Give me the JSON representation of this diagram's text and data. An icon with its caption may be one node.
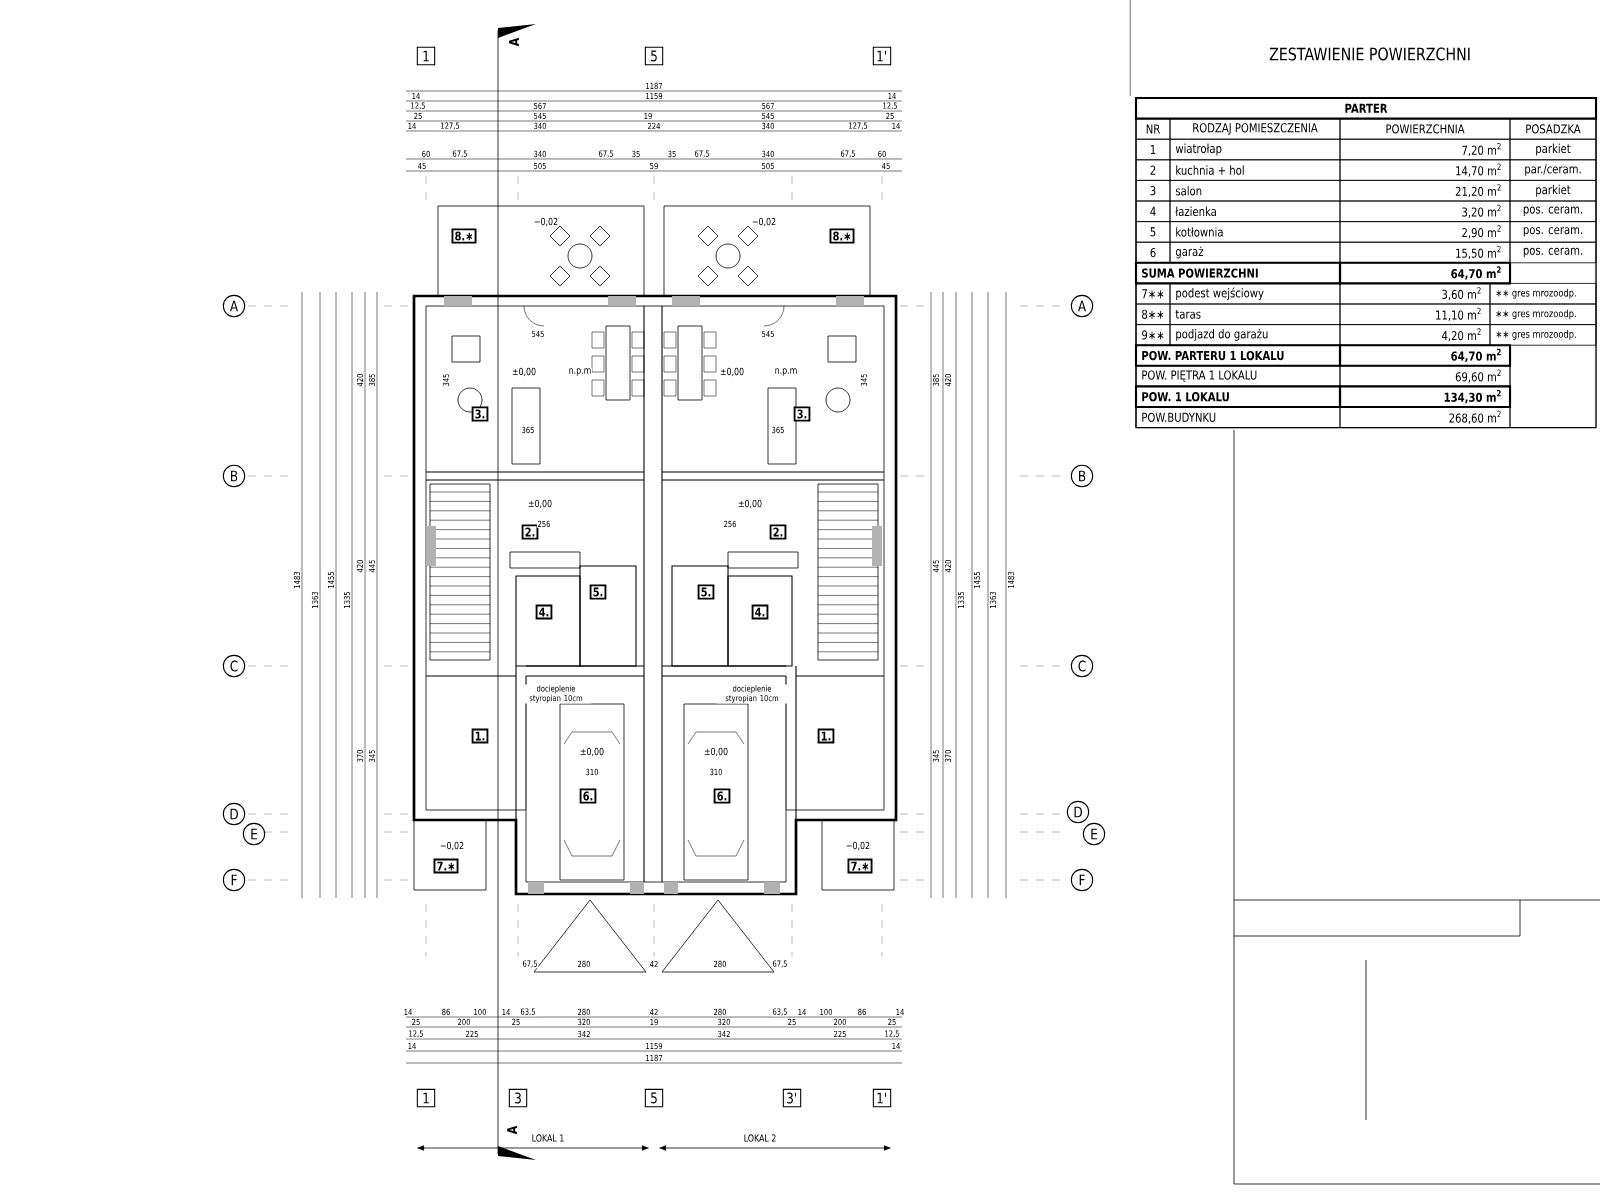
{
  "diagram": {
    "title": "ZESTAWIENIE  POWIERZCHNI",
    "nodes": [
      {
        "text": [
          "1"
        ]
      },
      {
        "text": [
          "5"
        ]
      },
      {
        "text": [
          "1'"
        ]
      },
      {
        "text": [
          "A"
        ]
      },
      {
        "text": [
          "B"
        ]
      },
      {
        "text": [
          "C"
        ]
      },
      {
        "text": [
          "D"
        ]
      },
      {
        "text": [
          "E"
        ]
      },
      {
        "text": [
          "F"
        ]
      },
      {
        "text": [
          "A"
        ]
      },
      {
        "text": [
          "B"
        ]
      },
      {
        "text": [
          "C"
        ]
      },
      {
        "text": [
          "D"
        ]
      },
      {
        "text": [
          "E"
        ]
      },
      {
        "text": [
          "F"
        ]
      },
      {
        "text": [
          "8.∗"
        ]
      },
      {
        "text": [
          "3."
        ]
      },
      {
        "text": [
          "2."
        ]
      },
      {
        "text": [
          "4."
        ]
      },
      {
        "text": [
          "5."
        ]
      },
      {
        "text": [
          "1."
        ]
      },
      {
        "text": [
          "6."
        ]
      },
      {
        "text": [
          "7.∗"
        ]
      },
      {
        "text": [
          "8.∗"
        ]
      },
      {
        "text": [
          "3."
        ]
      },
      {
        "text": [
          "2."
        ]
      },
      {
        "text": [
          "4."
        ]
      },
      {
        "text": [
          "5."
        ]
      },
      {
        "text": [
          "1."
        ]
      },
      {
        "text": [
          "6."
        ]
      },
      {
        "text": [
          "7.∗"
        ]
      },
      {
        "text": [
          "1"
        ]
      },
      {
        "text": [
          "3"
        ]
      },
      {
        "text": [
          "5"
        ]
      },
      {
        "text": [
          "3'"
        ]
      },
      {
        "text": [
          "1'"
        ]
      }
    ],
    "labels": [
      "PARTER",
      "NR",
      "RODZAJ POMIESZCZENIA",
      "POWIERZCHNIA",
      "POSADZKA",
      "1",
      "wiatrołap",
      "7,20 m$^{2}$",
      "parkiet",
      "2",
      "kuchnia + hol",
      "14,70 m$^{2}$",
      "par./ceram.",
      "3",
      "salon",
      "21,20 m$^{2}$",
      "parkiet",
      "4",
      "łazienka",
      "3,20 m$^{2}$",
      "pos. ceram.",
      "5",
      "kotłownia",
      "2,90 m$^{2}$",
      "pos. ceram.",
      "6",
      "garaż",
      "15,50 m$^{2}$",
      "pos. ceram.",
      "SUMA POWIERZCHNI",
      "64,70 m$^{2}$",
      "7∗∗",
      "podest wejściowy",
      "3,60 m$^{2}$",
      "∗∗ gres mrozoodp.",
      "8∗∗",
      "taras",
      "11,10 m$^{2}$",
      "∗∗ gres mrozoodp.",
      "9∗∗",
      "podjazd do garażu",
      "4,20 m$^{2}$",
      "∗∗ gres mrozoodp.",
      "POW. PARTERU 1 LOKALU",
      "64,70 m$^{2}$",
      "POW. PIĘTRA 1 LOKALU",
      "69,60 m$^{2}$",
      "POW. 1 LOKALU",
      "134,30 m$^{2}$",
      "POW.BUDYNKU",
      "268,60 m$^{2}$",
      "1187",
      "14",
      "1159",
      "14",
      "12,5",
      "567",
      "567",
      "12,5",
      "25",
      "545",
      "19",
      "545",
      "25",
      "14",
      "127,5",
      "340",
      "224",
      "340",
      "127,5",
      "14",
      "60",
      "67,5",
      "340",
      "67,5",
      "35",
      "35",
      "67,5",
      "340",
      "67,5",
      "60",
      "45",
      "505",
      "59",
      "505",
      "45",
      "−0,02",
      "−0,02",
      "545",
      "545",
      "±0,00",
      "n.p.m",
      "±0,00",
      "n.p.m",
      "345",
      "345",
      "365",
      "365",
      "±0,00",
      "±0,00",
      "256",
      "256",
      "docieplenie styropian 10cm",
      "docieplenie styropian 10cm",
      "±0,00",
      "310",
      "±0,00",
      "310",
      "−0,02",
      "−0,02",
      "67,5",
      "280",
      "42",
      "280",
      "67,5",
      "14",
      "86",
      "100",
      "14",
      "63,5",
      "280",
      "42",
      "280",
      "63,5",
      "14",
      "100",
      "86",
      "14",
      "25",
      "200",
      "25",
      "320",
      "19",
      "320",
      "25",
      "200",
      "25",
      "12,5",
      "225",
      "342",
      "342",
      "225",
      "12,5",
      "14",
      "1159",
      "14",
      "1187",
      "1483",
      "1363",
      "1455",
      "1335",
      "420",
      "385",
      "420",
      "445",
      "370",
      "345",
      "1335",
      "1455",
      "1363",
      "1483",
      "385",
      "420",
      "445",
      "420",
      "345",
      "370",
      "A",
      "A",
      "LOKAL 1",
      "LOKAL 2"
    ]
  }
}
